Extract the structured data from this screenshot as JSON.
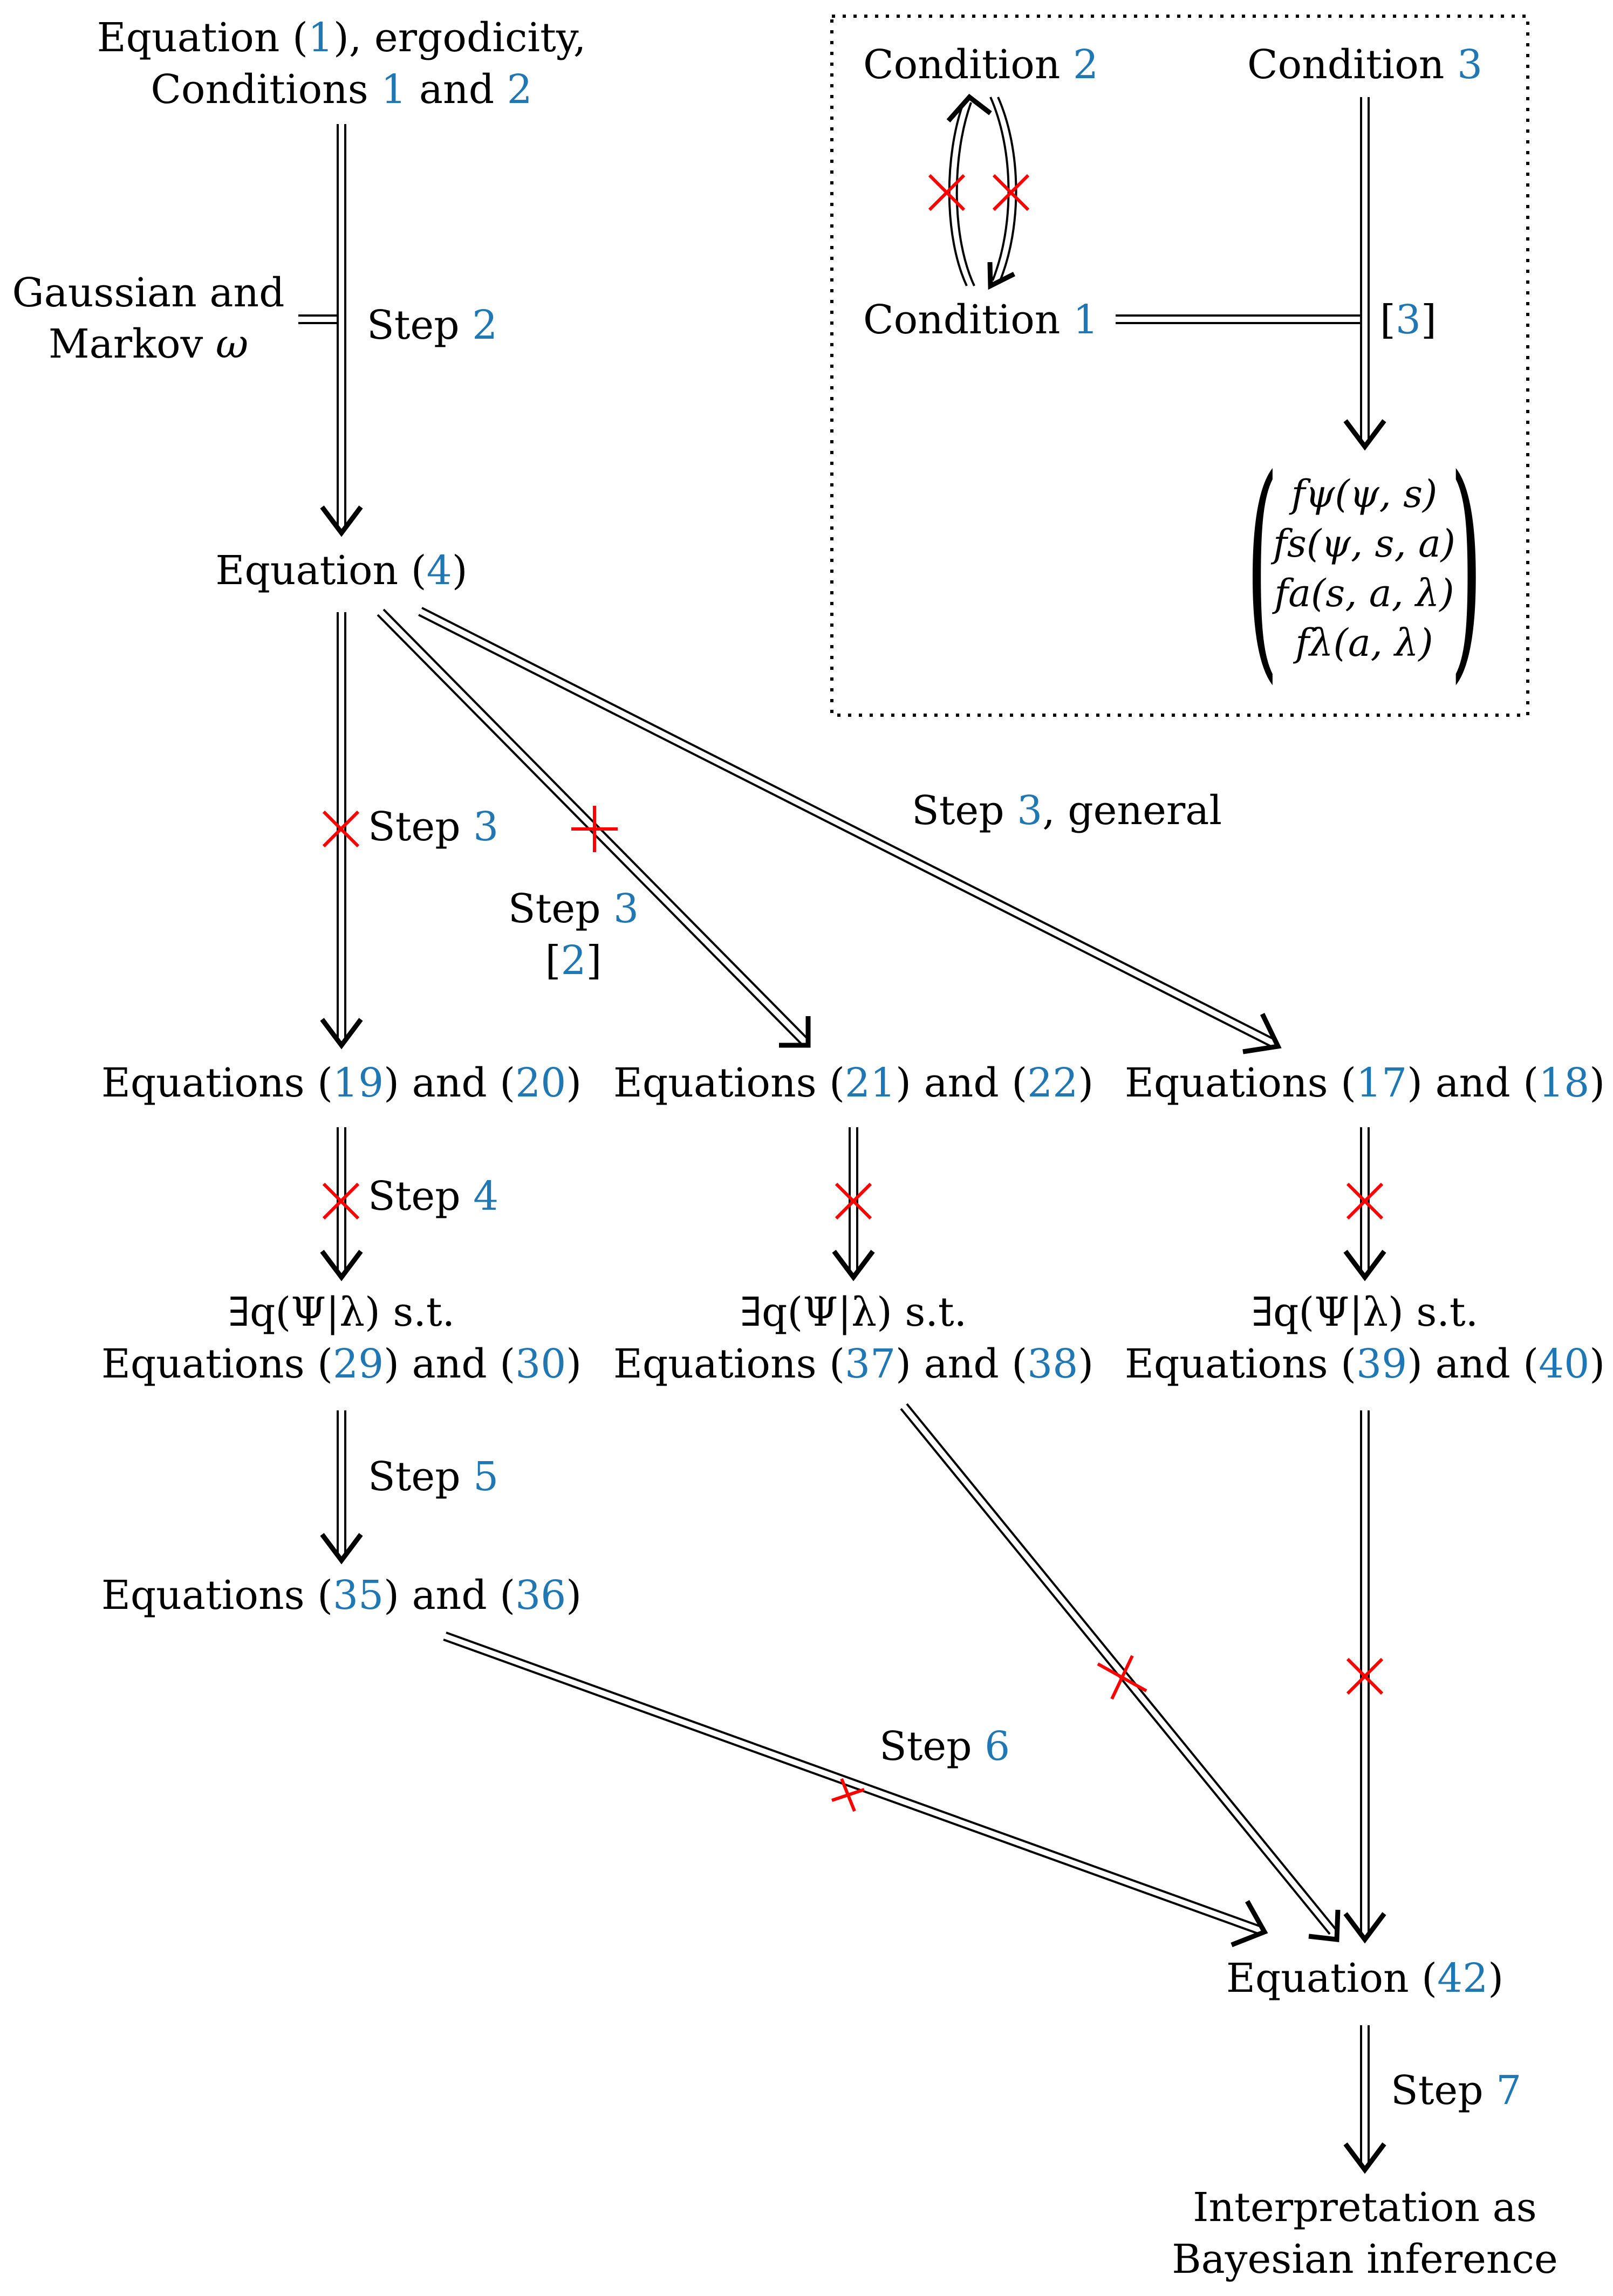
{
  "colors": {
    "reference": "#1f77b4",
    "arrow": "#000000",
    "cross_mark": "#ff0000",
    "box_border": "#000000"
  },
  "nodes": {
    "top_start": {
      "line1": {
        "a": "Equation (",
        "ref": "1",
        "b": "), ergodicity,"
      },
      "line2": {
        "a": "Conditions ",
        "ref1": "1",
        "mid": " and ",
        "ref2": "2"
      }
    },
    "side_assumption": {
      "line1": "Gaussian and",
      "line2_text": "Markov ",
      "line2_math": "ω"
    },
    "eq4": {
      "a": "Equation (",
      "ref": "4",
      "b": ")"
    },
    "eq19_20": {
      "a": "Equations (",
      "ref1": "19",
      "mid": ") and (",
      "ref2": "20",
      "b": ")"
    },
    "eq21_22": {
      "a": "Equations (",
      "ref1": "21",
      "mid": ") and (",
      "ref2": "22",
      "b": ")"
    },
    "eq17_18": {
      "a": "Equations (",
      "ref1": "17",
      "mid": ") and (",
      "ref2": "18",
      "b": ")"
    },
    "exists_left": {
      "line1": "∃q(Ψ|λ) s.t.",
      "line2": {
        "a": "Equations (",
        "ref1": "29",
        "mid": ") and (",
        "ref2": "30",
        "b": ")"
      }
    },
    "exists_mid": {
      "line1": "∃q(Ψ|λ) s.t.",
      "line2": {
        "a": "Equations (",
        "ref1": "37",
        "mid": ") and (",
        "ref2": "38",
        "b": ")"
      }
    },
    "exists_right": {
      "line1": "∃q(Ψ|λ) s.t.",
      "line2": {
        "a": "Equations (",
        "ref1": "39",
        "mid": ") and (",
        "ref2": "40",
        "b": ")"
      }
    },
    "eq35_36": {
      "a": "Equations (",
      "ref1": "35",
      "mid": ") and (",
      "ref2": "36",
      "b": ")"
    },
    "eq42": {
      "a": "Equation (",
      "ref": "42",
      "b": ")"
    },
    "final": {
      "line1": "Interpretation as",
      "line2": "Bayesian inference"
    }
  },
  "edge_labels": {
    "step2": {
      "a": "Step ",
      "ref": "2"
    },
    "step3_left": {
      "a": "Step ",
      "ref": "3"
    },
    "step3_mid": {
      "a": "Step ",
      "ref": "3",
      "cite_a": "[",
      "cite_ref": "2",
      "cite_b": "]"
    },
    "step3_general": {
      "a": "Step ",
      "ref": "3",
      "b": ", general"
    },
    "step4": {
      "a": "Step ",
      "ref": "4"
    },
    "step5": {
      "a": "Step ",
      "ref": "5"
    },
    "step6": {
      "a": "Step ",
      "ref": "6"
    },
    "step7": {
      "a": "Step ",
      "ref": "7"
    }
  },
  "inset": {
    "condition2": {
      "a": "Condition ",
      "ref": "2"
    },
    "condition3": {
      "a": "Condition ",
      "ref": "3"
    },
    "condition1": {
      "a": "Condition ",
      "ref": "1"
    },
    "citation": {
      "a": "[",
      "ref": "3",
      "b": "]"
    },
    "matrix_rows": [
      "fψ(ψ, s)",
      "fs(ψ, s, a)",
      "fa(s, a, λ)",
      "fλ(a, λ)"
    ]
  }
}
